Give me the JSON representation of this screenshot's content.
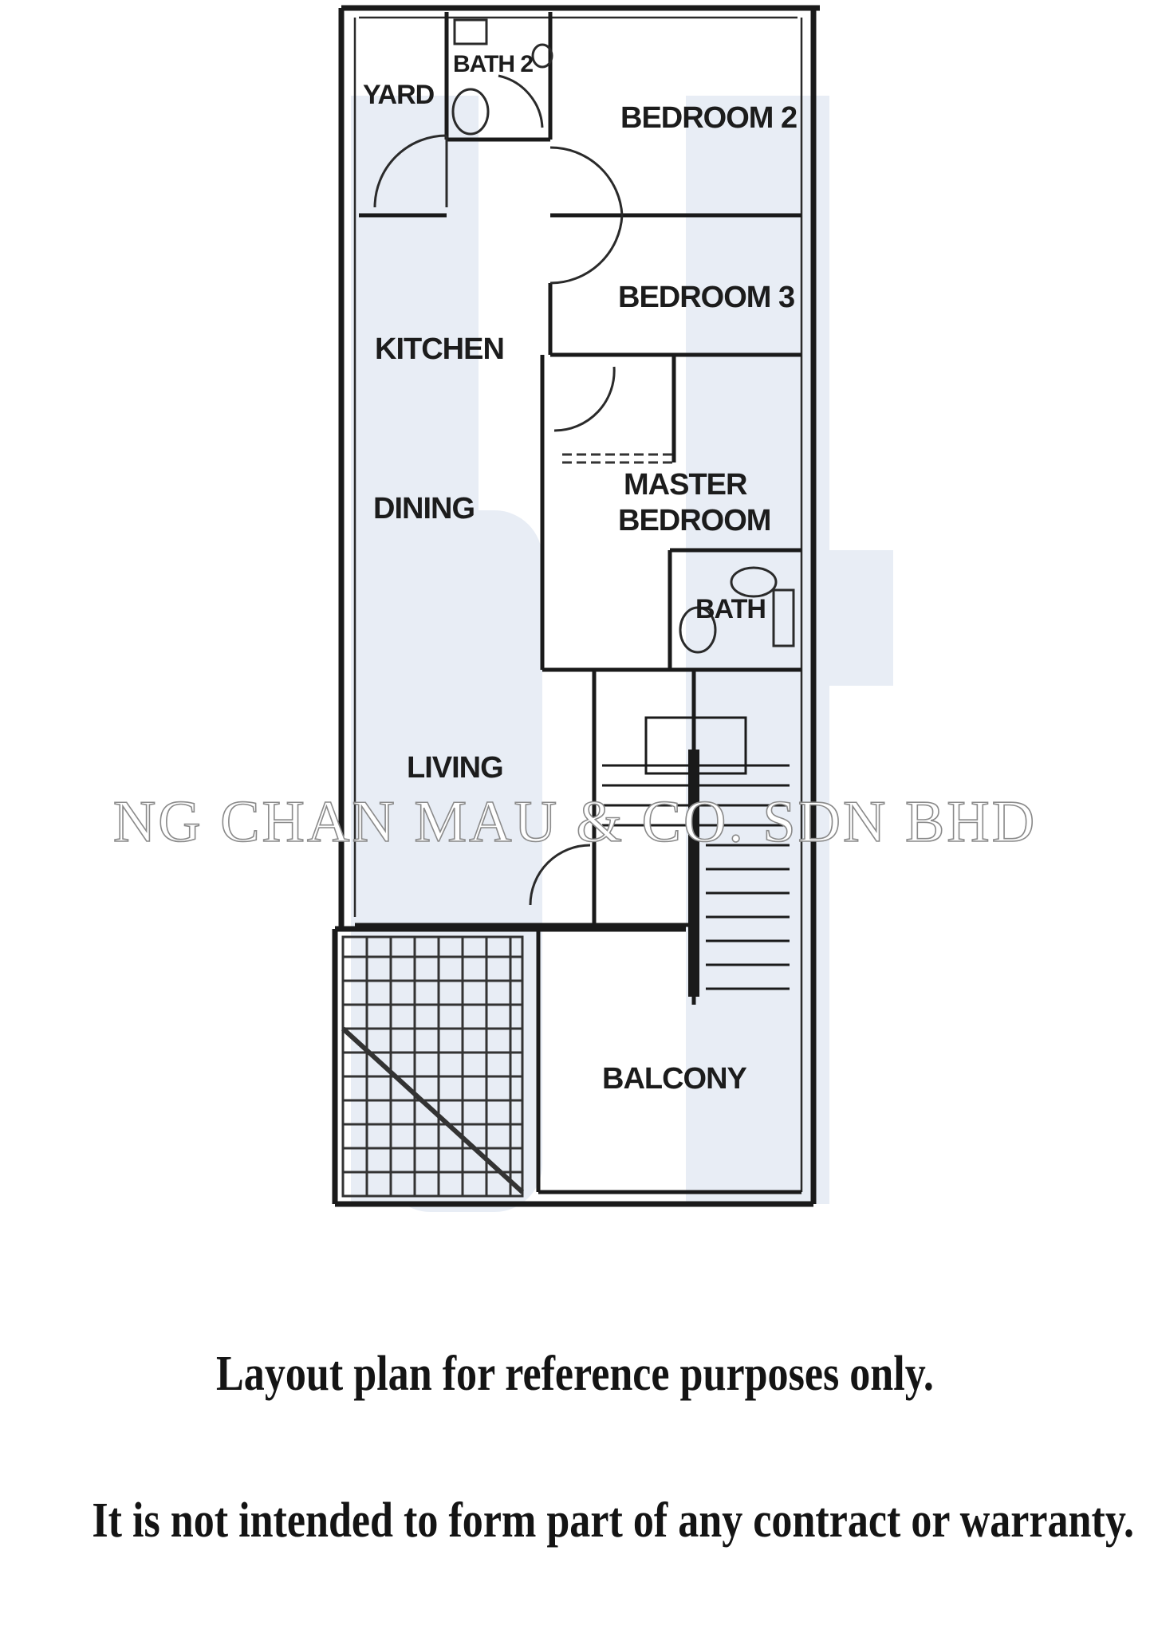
{
  "rooms": {
    "yard": "YARD",
    "bath2": "BATH 2",
    "bedroom2": "BEDROOM 2",
    "bedroom3": "BEDROOM 3",
    "kitchen": "KITCHEN",
    "dining": "DINING",
    "master_line1": "MASTER",
    "master_line2": "BEDROOM",
    "bath": "BATH",
    "living": "LIVING",
    "balcony": "BALCONY"
  },
  "watermark": "NG CHAN MAU & CO. SDN BHD",
  "disclaimer": {
    "line1": "Layout plan for reference purposes only.",
    "line2": "It is not intended to form part of any contract or warranty."
  }
}
